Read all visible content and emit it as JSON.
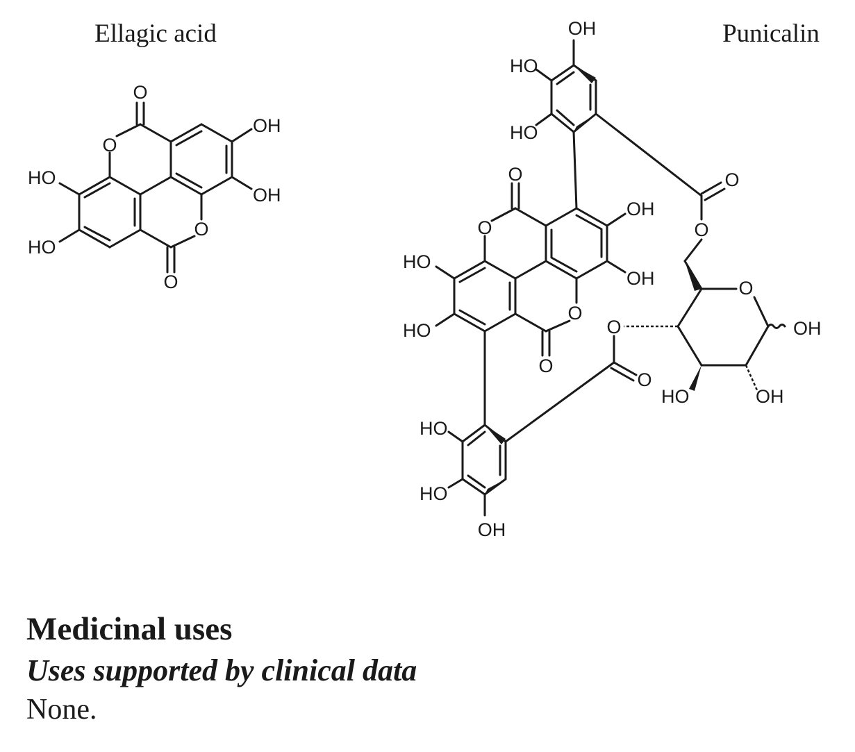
{
  "structures": {
    "ellagic_acid": {
      "name": "Ellagic acid",
      "atoms": {
        "o_top": "O",
        "o_ring_left": "O",
        "oh_top_right": "OH",
        "ho_left_upper": "HO",
        "oh_right_lower": "OH",
        "o_ring_right": "O",
        "ho_left_lower": "HO",
        "o_bottom": "O"
      }
    },
    "punicalin": {
      "name": "Punicalin",
      "atoms": {
        "oh_top": "OH",
        "ho_top_1": "HO",
        "ho_top_2": "HO",
        "o_carbonyl_a": "O",
        "o_ester_a": "O",
        "oh_core_1": "OH",
        "oh_core_2": "OH",
        "o_core_top": "O",
        "o_core_ring_l": "O",
        "ho_core_1": "HO",
        "ho_core_2": "HO",
        "o_core_ring_r": "O",
        "o_core_bottom": "O",
        "o_ester_b": "O",
        "o_carbonyl_b": "O",
        "o_sugar_ring": "O",
        "oh_anomeric": "OH",
        "ho_sugar": "HO",
        "oh_sugar": "OH",
        "ho_bot_1": "HO",
        "ho_bot_2": "HO",
        "oh_bottom": "OH"
      }
    }
  },
  "section": {
    "heading": "Medicinal uses",
    "subheading": "Uses supported by clinical data",
    "body": "None."
  }
}
